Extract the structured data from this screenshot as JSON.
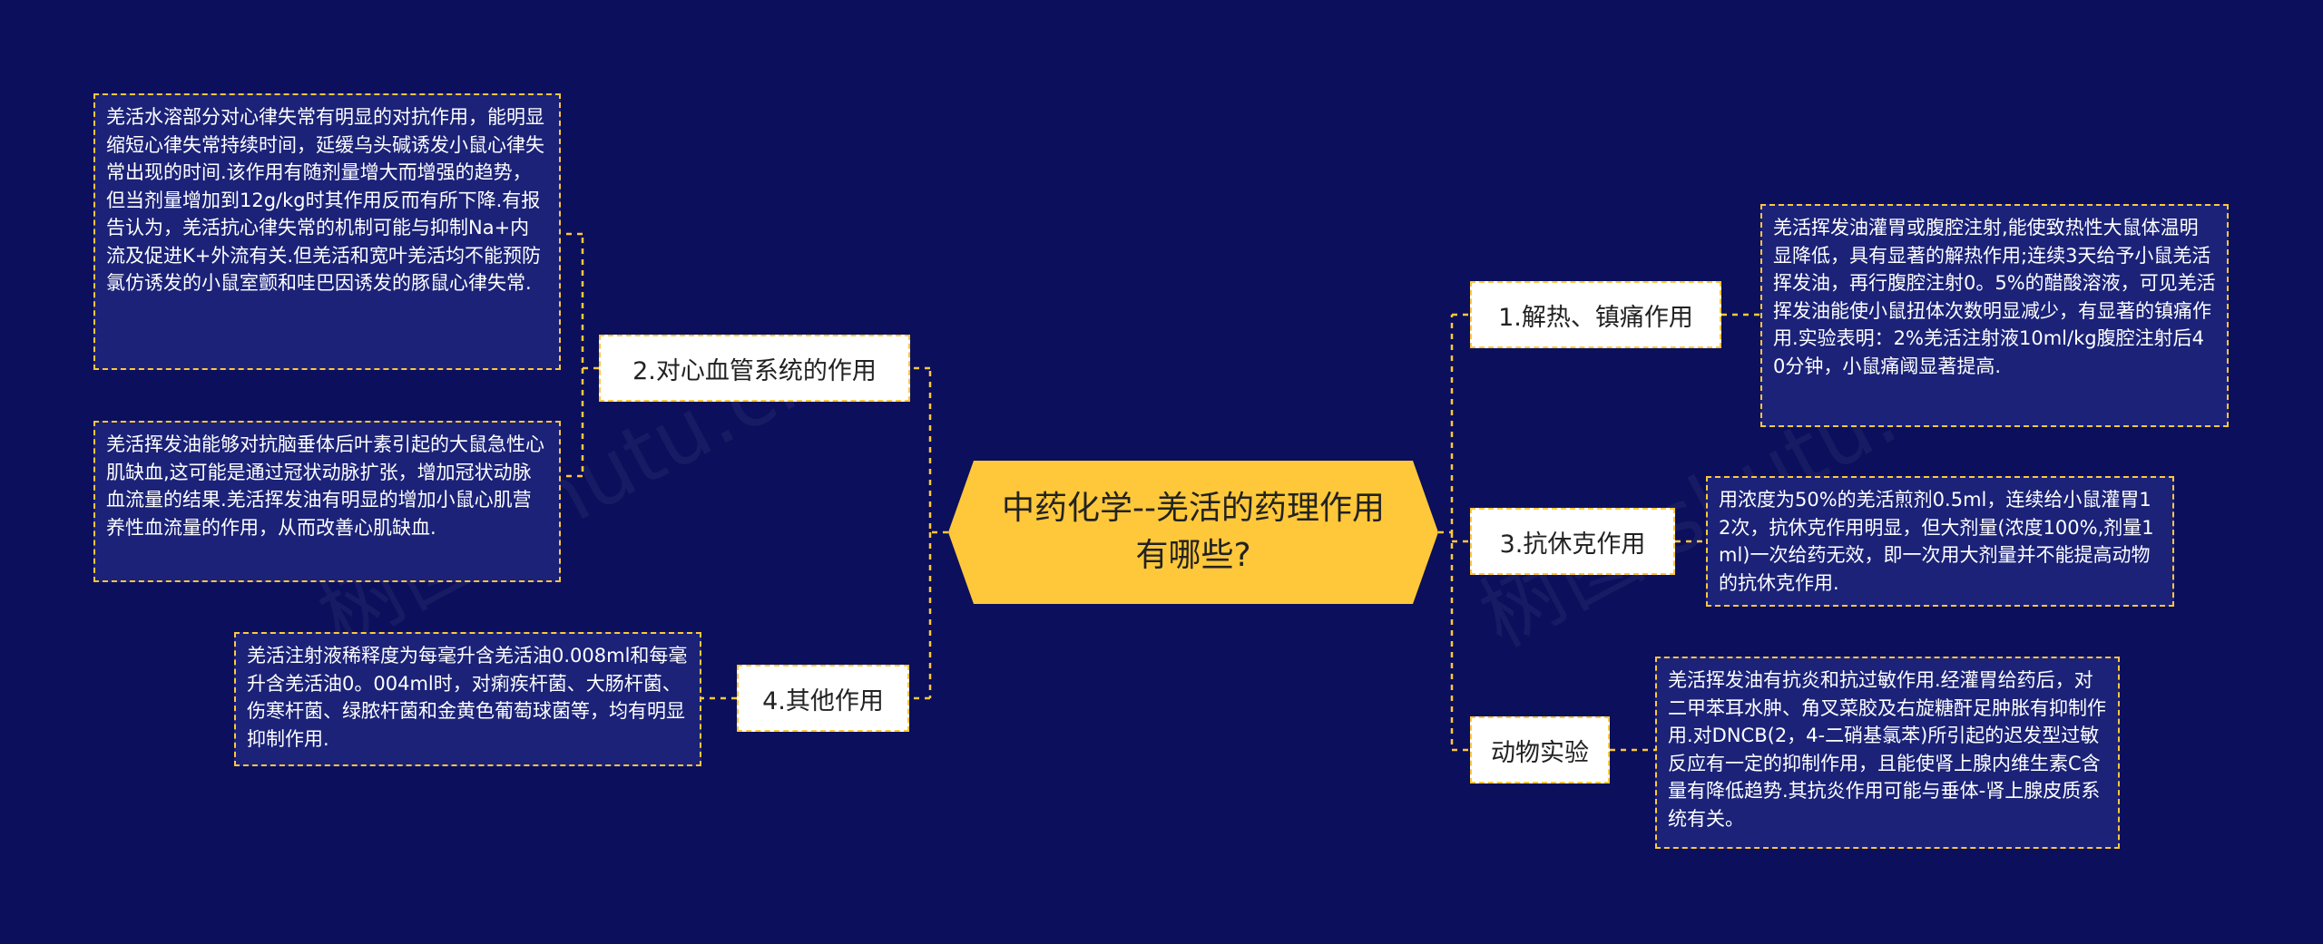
{
  "central": {
    "title": "中药化学--羌活的药理作用有哪些?"
  },
  "branches": [
    {
      "label": "1.解热、镇痛作用",
      "leaves": [
        "羌活挥发油灌胃或腹腔注射,能使致热性大鼠体温明显降低，具有显著的解热作用;连续3天给予小鼠羌活挥发油，再行腹腔注射0。5%的醋酸溶液，可见羌活挥发油能使小鼠扭体次数明显减少，有显著的镇痛作用.实验表明：2%羌活注射液10ml/kg腹腔注射后40分钟，小鼠痛阈显著提高."
      ]
    },
    {
      "label": "3.抗休克作用",
      "leaves": [
        "用浓度为50%的羌活煎剂0.5ml，连续给小鼠灌胃12次，抗休克作用明显，但大剂量(浓度100%,剂量1ml)一次给药无效，即一次用大剂量并不能提高动物的抗休克作用."
      ]
    },
    {
      "label": "动物实验",
      "leaves": [
        "羌活挥发油有抗炎和抗过敏作用.经灌胃给药后，对二甲苯耳水肿、角叉菜胶及右旋糖酐足肿胀有抑制作用.对DNCB(2，4-二硝基氯苯)所引起的迟发型过敏反应有一定的抑制作用，且能使肾上腺内维生素C含量有降低趋势.其抗炎作用可能与垂体-肾上腺皮质系统有关。"
      ]
    },
    {
      "label": "2.对心血管系统的作用",
      "leaves": [
        "羌活水溶部分对心律失常有明显的对抗作用，能明显缩短心律失常持续时间，延缓乌头碱诱发小鼠心律失常出现的时间.该作用有随剂量增大而增强的趋势，但当剂量增加到12g/kg时其作用反而有所下降.有报告认为，羌活抗心律失常的机制可能与抑制Na+内流及促进K+外流有关.但羌活和宽叶羌活均不能预防氯仿诱发的小鼠室颤和哇巴因诱发的豚鼠心律失常.",
        "羌活挥发油能够对抗脑垂体后叶素引起的大鼠急性心肌缺血,这可能是通过冠状动脉扩张，增加冠状动脉血流量的结果.羌活挥发油有明显的增加小鼠心肌营养性血流量的作用，从而改善心肌缺血."
      ]
    },
    {
      "label": "4.其他作用",
      "leaves": [
        "羌活注射液稀释度为每毫升含羌活油0.008ml和每毫升含羌活油0。004ml时，对痢疾杆菌、大肠杆菌、伤寒杆菌、绿脓杆菌和金黄色葡萄球菌等，均有明显抑制作用."
      ]
    }
  ],
  "watermark": "树图 shutu.cn",
  "colors": {
    "background": "#0b0f5c",
    "central": "#ffc83a",
    "connector": "#ffc83a",
    "leaf_fill": "#1b2278",
    "branch_fill": "#ffffff"
  }
}
